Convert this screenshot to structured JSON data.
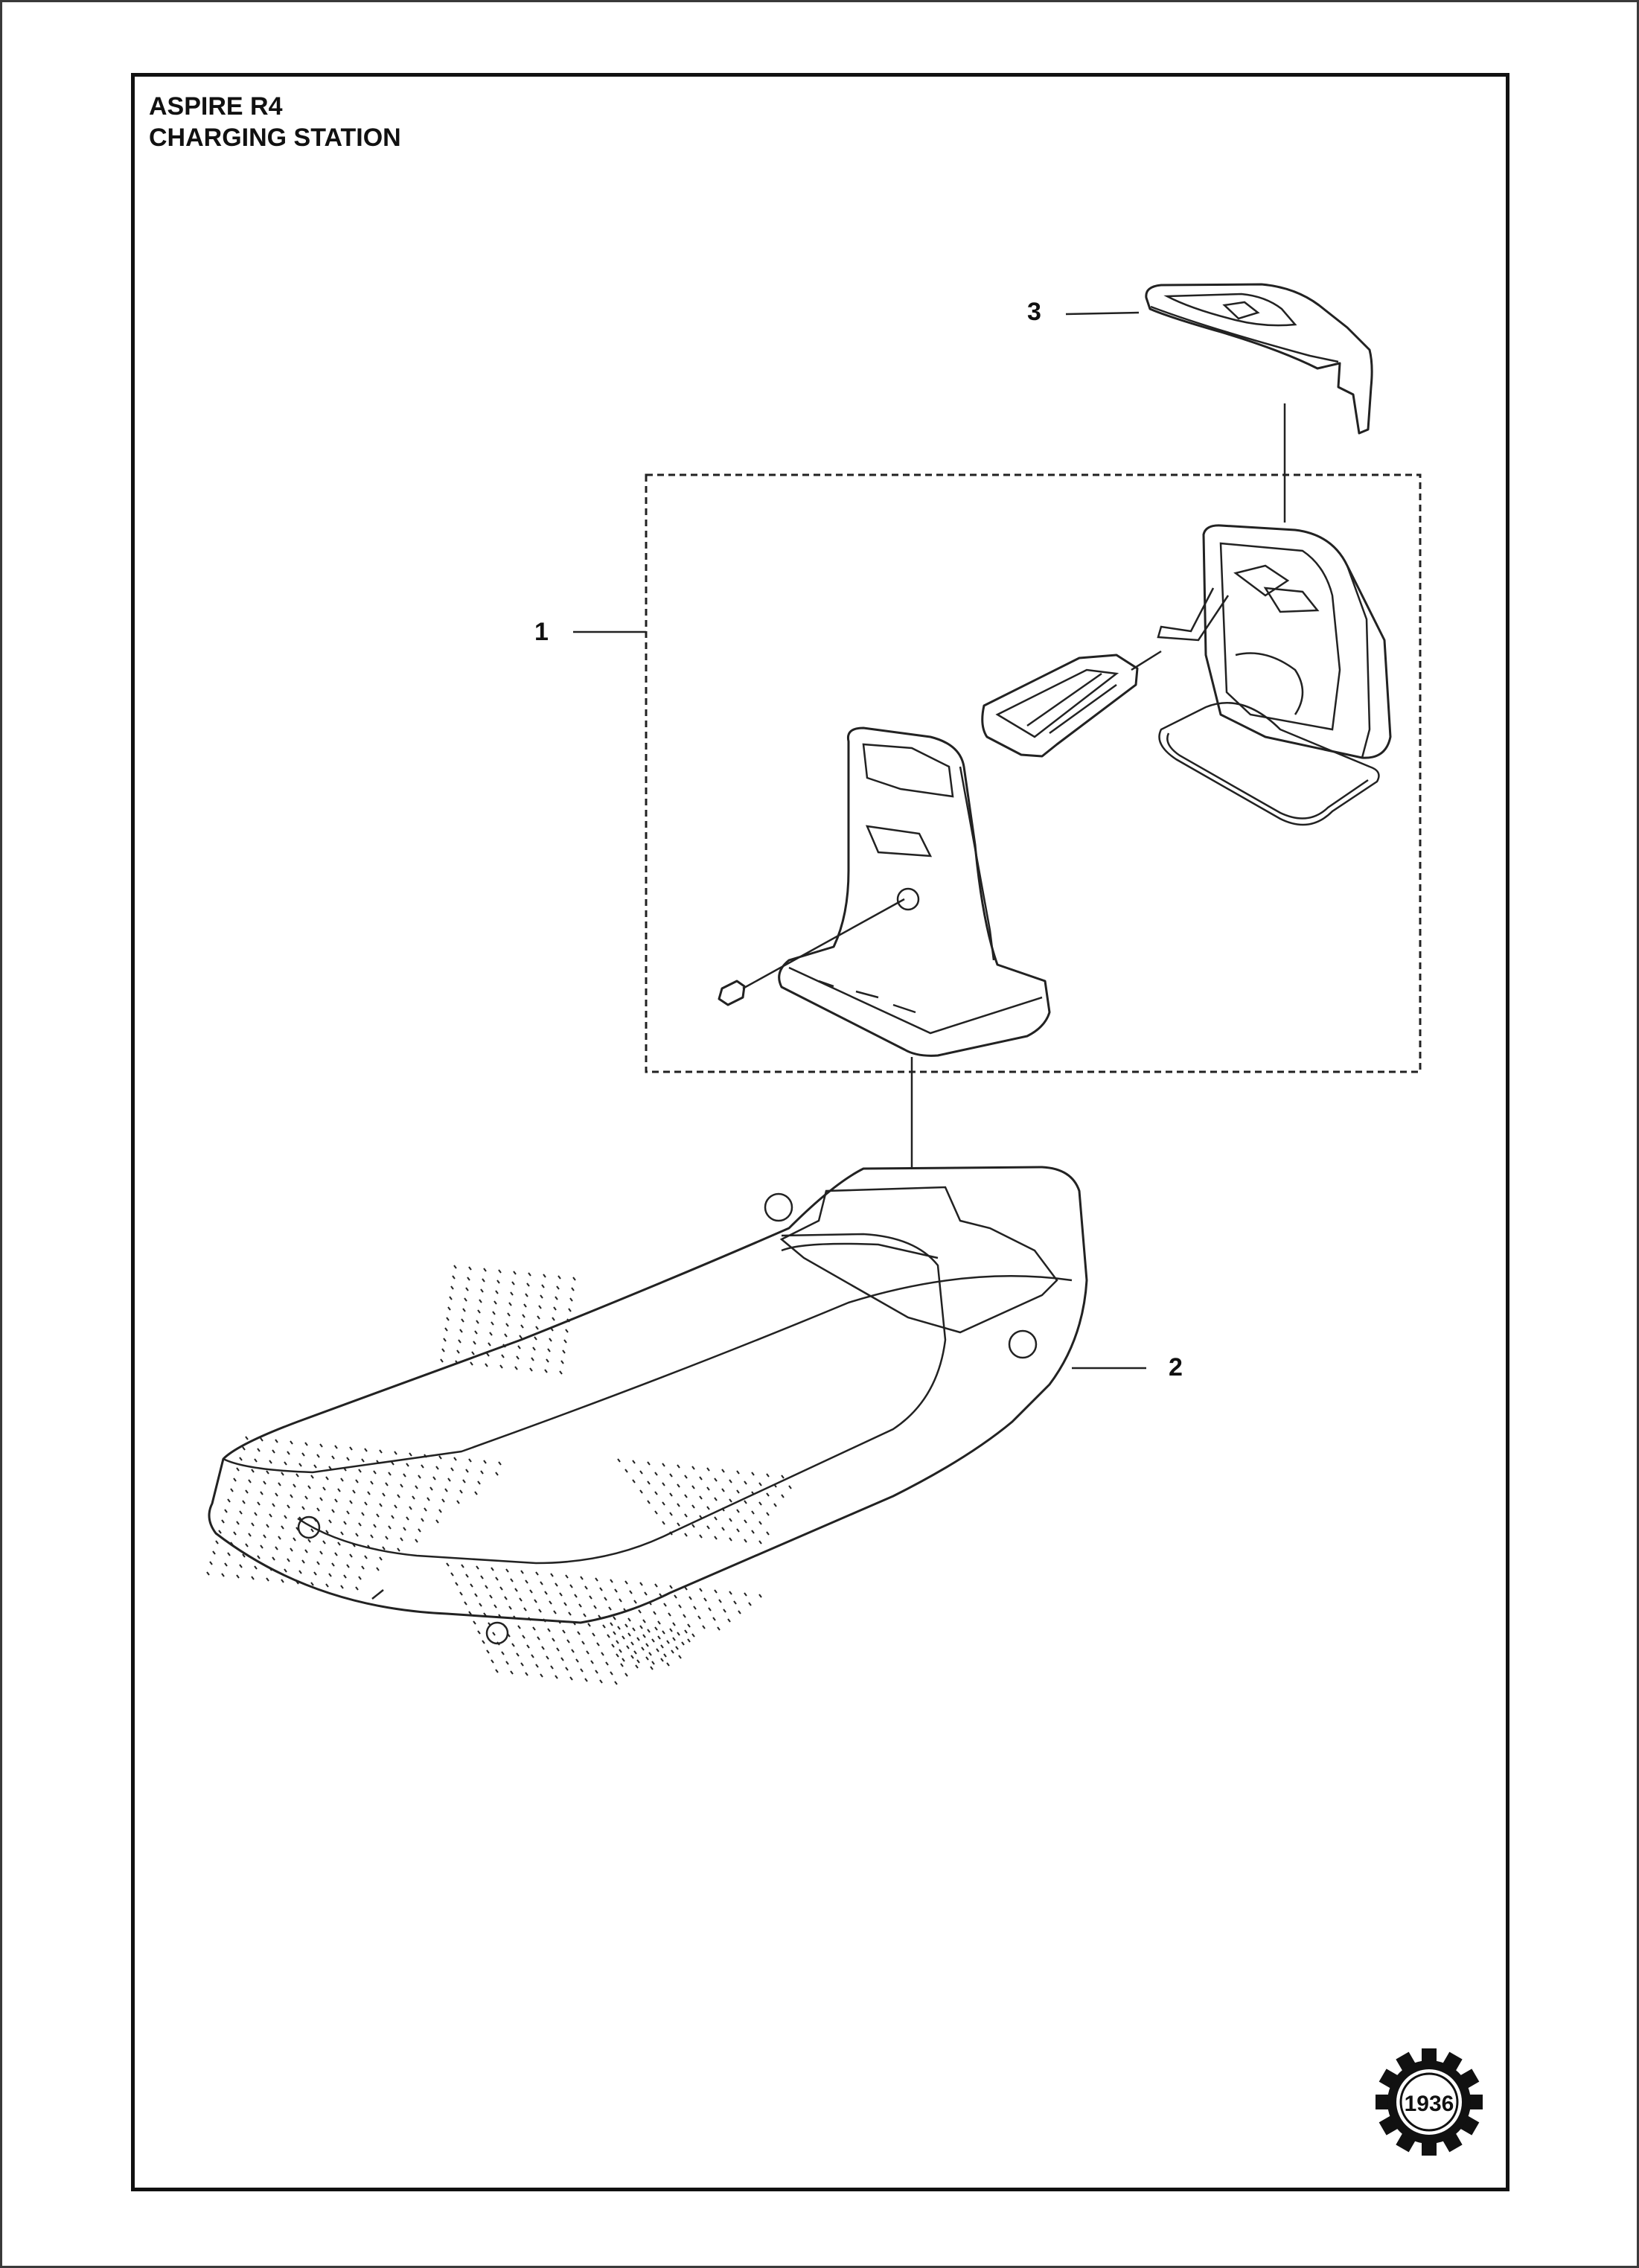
{
  "title": {
    "line1": "ASPIRE R4",
    "line2": "CHARGING STATION"
  },
  "callouts": [
    {
      "id": "1",
      "label": "1"
    },
    {
      "id": "2",
      "label": "2"
    },
    {
      "id": "3",
      "label": "3"
    }
  ],
  "parts": [
    {
      "ref": "1",
      "name": "charging-station-head-assembly"
    },
    {
      "ref": "2",
      "name": "charging-station-base-plate"
    },
    {
      "ref": "3",
      "name": "top-cover"
    }
  ],
  "logo": {
    "text": "1936",
    "icon": "gear-emblem-icon"
  },
  "colors": {
    "ink": "#222222",
    "paper": "#ffffff"
  }
}
